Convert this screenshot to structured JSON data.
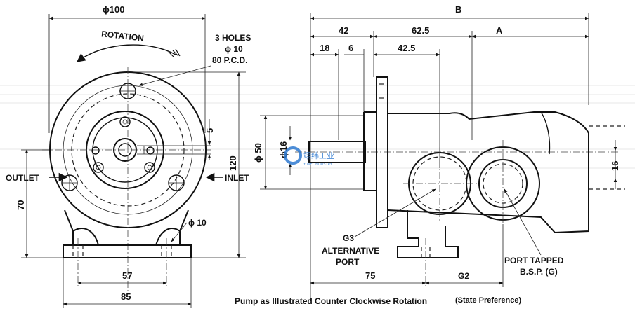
{
  "front_view": {
    "dia_label": "ϕ100",
    "rotation_label": "ROTATION",
    "holes_label": [
      "3 HOLES",
      "ϕ 10",
      "80 P.C.D."
    ],
    "outlet_label": "OUTLET",
    "inlet_label": "INLET",
    "dim_5": "5",
    "dim_120": "120",
    "dim_70": "70",
    "foot_hole_label": "ϕ 10",
    "dim_57": "57",
    "dim_85": "85"
  },
  "side_view": {
    "dim_B": "B",
    "dim_42": "42",
    "dim_62_5": "62.5",
    "dim_A": "A",
    "dim_18": "18",
    "dim_6": "6",
    "dim_42_5": "42.5",
    "dim_phi50": "ϕ 50",
    "dim_16": "16",
    "dim_phi16": "ϕ16",
    "g3_label": "G3",
    "alt_port_label": [
      "ALTERNATIVE",
      "PORT"
    ],
    "port_tapped_label": [
      "PORT  TAPPED",
      "B.S.P. (G)"
    ],
    "dim_75": "75",
    "g2_label": "G2"
  },
  "watermark": {
    "text": "翊纬工业",
    "sub": "YIWEI INDUSTRY"
  },
  "caption": {
    "main": "Pump as Illustrated Counter Clockwise Rotation",
    "note": "(State Preference)"
  }
}
